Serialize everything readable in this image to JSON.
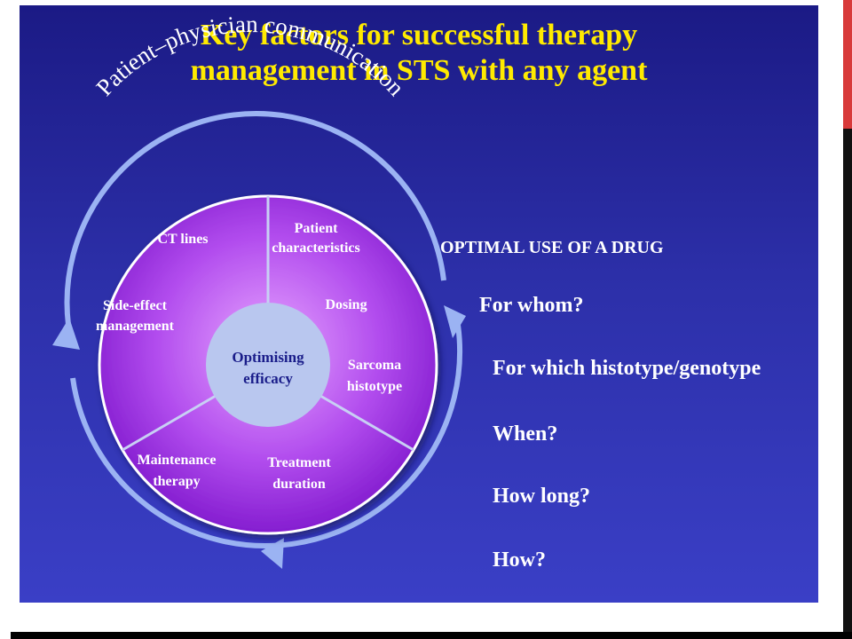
{
  "slide": {
    "title_line1": "Key factors for successful therapy",
    "title_line2": "management in STS with any agent"
  },
  "diagram": {
    "ring_label": "Patient–physician communication",
    "center": {
      "line1": "Optimising",
      "line2": "efficacy"
    },
    "segments": {
      "ct_lines": "CT lines",
      "patient_characteristics": {
        "line1": "Patient",
        "line2": "characteristics"
      },
      "dosing": "Dosing",
      "sarcoma_histotype": {
        "line1": "Sarcoma",
        "line2": "histotype"
      },
      "treatment_duration": {
        "line1": "Treatment",
        "line2": "duration"
      },
      "maintenance_therapy": {
        "line1": "Maintenance",
        "line2": "therapy"
      },
      "side_effect_management": {
        "line1": "Side-effect",
        "line2": "management"
      }
    }
  },
  "optimal_use": {
    "heading": "OPTIMAL USE OF A DRUG",
    "questions": [
      "For whom?",
      "For which histotype/genotype",
      "When?",
      "How long?",
      "How?"
    ]
  },
  "colors": {
    "title": "#ffea00",
    "disc_center": "#e7a5ff",
    "disc_edge": "#7a12c9",
    "ring": "#9bb3f3",
    "center_circle": "#b9c7ef",
    "center_text": "#1a1d8a"
  }
}
